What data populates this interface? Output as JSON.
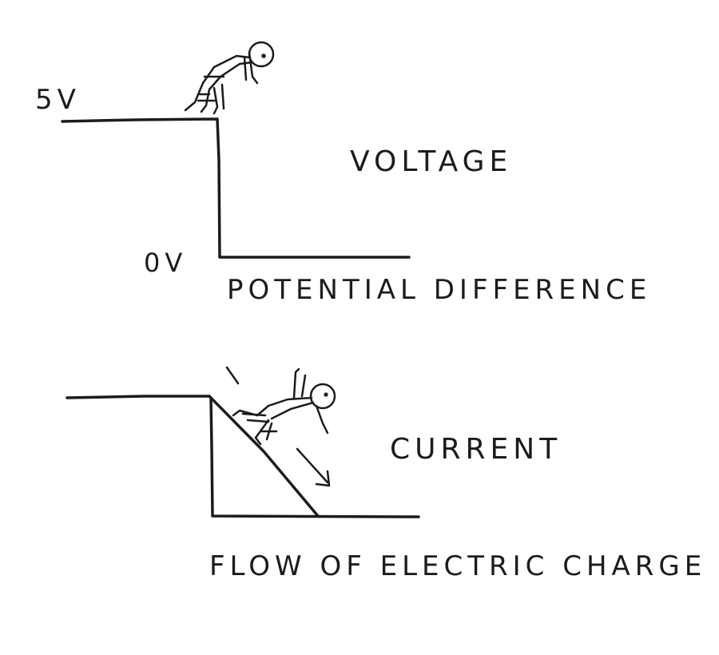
{
  "voltage_panel": {
    "high_label": "5V",
    "low_label": "0V",
    "title": "VOLTAGE",
    "caption": "POTENTIAL DIFFERENCE"
  },
  "current_panel": {
    "title": "CURRENT",
    "caption": "FLOW OF ELECTRIC CHARGE"
  },
  "colors": {
    "ink": "#1c1c1c",
    "paper": "#ffffff"
  }
}
